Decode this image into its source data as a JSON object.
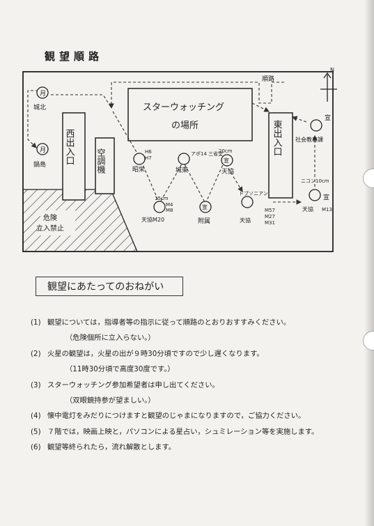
{
  "title": "観望順路",
  "map": {
    "west_exit": "西出入口",
    "east_exit": "東出入口",
    "aircon": "空調機",
    "venue_line1": "スターウォッチング",
    "venue_line2": "の場所",
    "route": "順路",
    "danger_line1": "危険",
    "danger_line2": "立入禁止",
    "moon1_glyph": "月",
    "moon1_label": "城北",
    "moon2_glyph": "月",
    "moon2_label": "鍋島",
    "scope_a_top1": "H6",
    "scope_a_top2": "H7",
    "scope_a_label": "昭栄",
    "scope_b_top1": "15cm",
    "scope_b_top2": "M4",
    "scope_b_top3": "M8",
    "scope_b_label": "天協M20",
    "scope_c_top": "アポ14 三省堂",
    "scope_c_label": "城東",
    "scope_d_glyph": "宣",
    "scope_d_label": "附属",
    "scope_e_top": "20cm",
    "scope_e_glyph": "宣",
    "scope_e_label": "天協",
    "scope_f_top": "ドブソニアン",
    "scope_f_label": "天協",
    "scope_f_side1": "M57",
    "scope_f_side2": "M27",
    "scope_f_side3": "M31",
    "scope_g_glyph": "宣",
    "scope_g_label": "社会教育課",
    "scope_h_top": "ニコン10cm",
    "scope_h_glyph": "宣",
    "scope_h_label": "天協",
    "scope_h_side": "M13",
    "north_sign": "N"
  },
  "notice_title": "観望にあたってのおねがい",
  "items": [
    {
      "num": "(1)",
      "text": "観望については，指導者等の指示に従って順路のとおりおすすみください。",
      "sub": "（危険個所に立入らない。）"
    },
    {
      "num": "(2)",
      "text": "火星の観望は，火星の出が９時30分頃ですので少し遅くなります。",
      "sub": "（11時30分頃で高度30度です。）"
    },
    {
      "num": "(3)",
      "text": "スターウォッチング参加希望者は申し出てください。",
      "sub": "（双眼鏡持参が望ましい。）"
    },
    {
      "num": "(4)",
      "text": "懐中電灯をみだりにつけますと観望のじゃまになりますので，ご協力ください。",
      "sub": ""
    },
    {
      "num": "(5)",
      "text": "７階では，映画上映と，パソコンによる星占い，シュミレーション等を実施します。",
      "sub": ""
    },
    {
      "num": "(6)",
      "text": "観望等終られたら，流れ解散とします。",
      "sub": ""
    }
  ]
}
